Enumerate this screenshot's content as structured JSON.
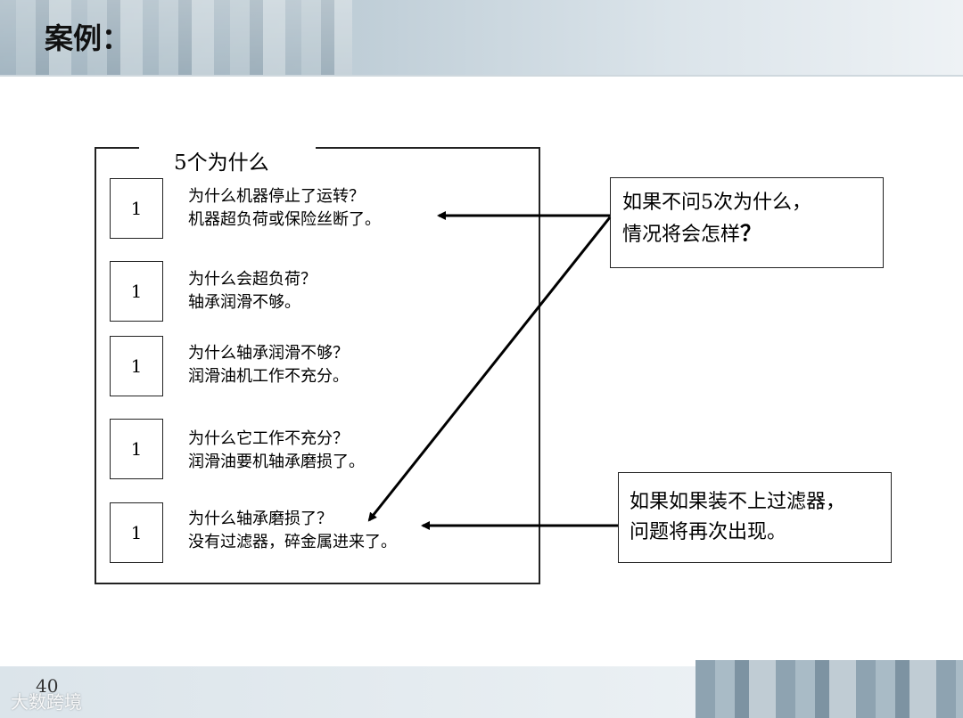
{
  "header": {
    "title": "案例："
  },
  "outer": {
    "title": "5个为什么"
  },
  "steps": [
    {
      "num": "1",
      "question": "为什么机器停止了运转？",
      "answer": "机器超负荷或保险丝断了。"
    },
    {
      "num": "1",
      "question": "为什么会超负荷？",
      "answer": "轴承润滑不够。"
    },
    {
      "num": "1",
      "question": "为什么轴承润滑不够？",
      "answer": "润滑油机工作不充分。"
    },
    {
      "num": "1",
      "question": "为什么它工作不充分？",
      "answer": "润滑油要机轴承磨损了。"
    },
    {
      "num": "1",
      "question": "为什么轴承磨损了？",
      "answer": "没有过滤器，碎金属进来了。"
    }
  ],
  "callout_top": {
    "line1": "如果不问5次为什么，",
    "line2": "情况将会怎样",
    "mark": "？"
  },
  "callout_bottom": {
    "line1": "如果如果装不上过滤器，",
    "line2": "问题将再次出现。"
  },
  "footer": {
    "page_number": "40",
    "watermark": "大数跨境"
  }
}
